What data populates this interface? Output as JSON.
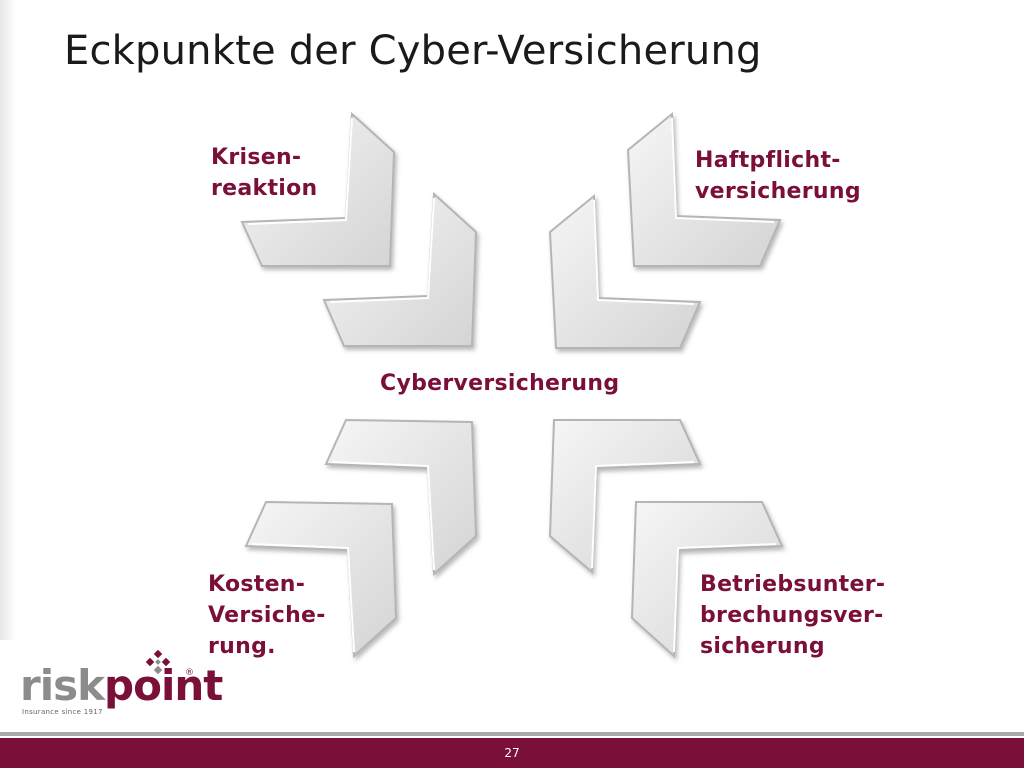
{
  "slide": {
    "title": "Eckpunkte der Cyber-Versicherung",
    "center_label": "Cyberversicherung",
    "labels": {
      "top_left": "Krisen-\nreaktion",
      "top_right": "Haftpflicht-\nversicherung",
      "bottom_left": "Kosten-\nVersiche-\nrung.",
      "bottom_right": "Betriebsunter-\nbrechungsver-\nsicherung"
    },
    "page_number": "27"
  },
  "logo": {
    "word_risk": "risk",
    "word_point": "point",
    "registered": "®",
    "tagline": "Insurance since 1917"
  },
  "colors": {
    "accent": "#7a0f3a",
    "chevron_face": "#e4e4e4",
    "chevron_edge": "#b5b5b5",
    "footer_stripe": "#a8a8a8"
  },
  "icons": {
    "chevron": "chevron-arrow-icon",
    "logo_mark": "diamond-cluster-icon"
  }
}
